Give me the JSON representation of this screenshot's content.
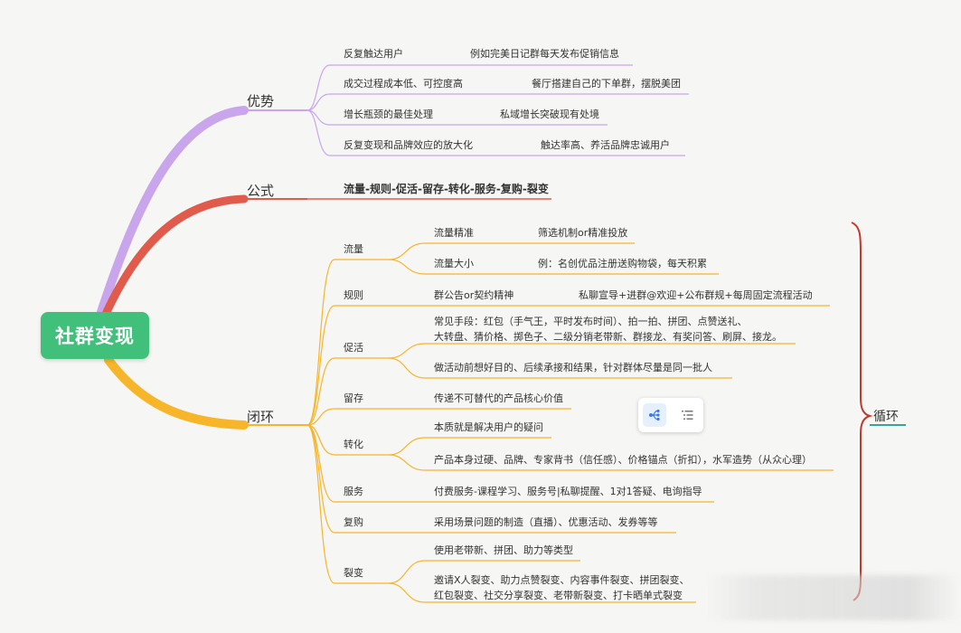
{
  "root": "社群变现",
  "branches": {
    "advantage": {
      "label": "优势",
      "items": [
        {
          "key": "反复触达用户",
          "detail": "例如完美日记群每天发布促销信息"
        },
        {
          "key": "成交过程成本低、可控度高",
          "detail": "餐厅搭建自己的下单群，摆脱美团"
        },
        {
          "key": "增长瓶颈的最佳处理",
          "detail": "私域增长突破现有处境"
        },
        {
          "key": "反复变现和品牌效应的放大化",
          "detail": "触达率高、养活品牌忠诚用户"
        }
      ]
    },
    "formula": {
      "label": "公式",
      "text": "流量-规则-促活-留存-转化-服务-复购-裂变"
    },
    "loop": {
      "label": "闭环",
      "traffic": {
        "label": "流量",
        "items": [
          {
            "key": "流量精准",
            "detail": "筛选机制or精准投放"
          },
          {
            "key": "流量大小",
            "detail": "例：名创优品注册送购物袋，每天积累"
          }
        ]
      },
      "rules": {
        "label": "规则",
        "key": "群公告or契约精神",
        "detail": "私聊宣导+进群@欢迎+公布群规+每周固定流程活动"
      },
      "activation": {
        "label": "促活",
        "line1": "常见手段：红包（手气王，平时发布时间）、拍一拍、拼团、点赞送礼、",
        "line2": "大转盘、猜价格、掷色子、二级分销老带新、群接龙、有奖问答、刷屏、接龙。",
        "item2": "做活动前想好目的、后续承接和结果，针对群体尽量是同一批人"
      },
      "retention": {
        "label": "留存",
        "text": "传递不可替代的产品核心价值"
      },
      "conversion": {
        "label": "转化",
        "item1": "本质就是解决用户的疑问",
        "item2": "产品本身过硬、品牌、专家背书（信任感）、价格锚点（折扣），水军造势（从众心理）"
      },
      "service": {
        "label": "服务",
        "text": "付费服务-课程学习、服务号|私聊提醒、1对1答疑、电询指导"
      },
      "repurchase": {
        "label": "复购",
        "text": "采用场景问题的制造（直播）、优惠活动、发券等等"
      },
      "fission": {
        "label": "裂变",
        "item1": "使用老带新、拼团、助力等类型",
        "line1": "邀请X人裂变、助力点赞裂变、内容事件裂变、拼团裂变、",
        "line2": "红包裂变、社交分享裂变、老带新裂变、打卡晒单式裂变"
      }
    }
  },
  "cycle_label": "循环",
  "colors": {
    "root": "#41c07b",
    "advantage": "#c9a6ec",
    "formula": "#e15b4d",
    "loop": "#f7b52a",
    "cycle_brace": "#c0392b",
    "cycle_underline": "#3aa3a0"
  },
  "toolbar": {
    "icons": [
      "mindmap-icon",
      "outline-list-icon"
    ]
  }
}
